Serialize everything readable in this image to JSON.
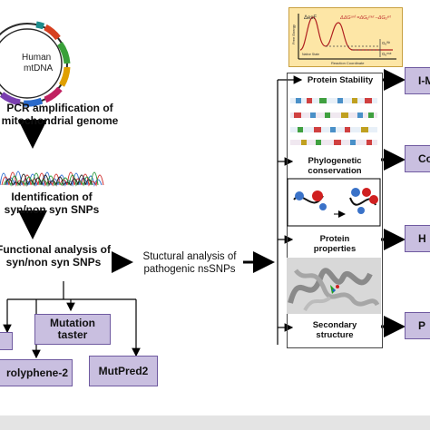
{
  "mtdna": {
    "label_line1": "Human",
    "label_line2": "mtDNA"
  },
  "steps": {
    "pcr_line1": "PCR amplification of",
    "pcr_line2": "mitochondrial genome",
    "ident_line1": "Identification of",
    "ident_line2": "syn/non syn SNPs",
    "func_line1": "Functional analysis of",
    "func_line2": "syn/non syn SNPs",
    "struct_line1": "Stuctural analysis of",
    "struct_line2": "pathogenic nsSNPs"
  },
  "tools": {
    "mutation_taster_line1": "Mutation",
    "mutation_taster_line2": "taster",
    "polyphen": "rolyphene-2",
    "mutpred": "MutPred2"
  },
  "right_labels": {
    "stability": "Protein Stability",
    "phylo_line1": "Phylogenetic",
    "phylo_line2": "conservation",
    "properties_line1": "Protein",
    "properties_line2": "properties",
    "secondary_line1": "Secondary",
    "secondary_line2": "structure"
  },
  "right_tools": {
    "imutant": "I-M",
    "consurf": "Co",
    "hope": "H",
    "psipred": "P"
  },
  "energy_plot": {
    "ylabel": "Free Energy",
    "xlabel": "Reaction Coordinate",
    "label_G": "ΔesF",
    "formula": "ΔΔGᵘⁿᶠ =ΔGᵤᵐᵘᵗ –ΔGᵤʷᵗ",
    "label_gu": "Gᵤᵂᵗ",
    "label_gm": "Gᵤᵐᵘᵗ",
    "state": "Native State"
  },
  "colors": {
    "tool_fill": "#c9bfe0",
    "tool_border": "#6f5aa0",
    "plot_bg": "#fde6a6"
  }
}
